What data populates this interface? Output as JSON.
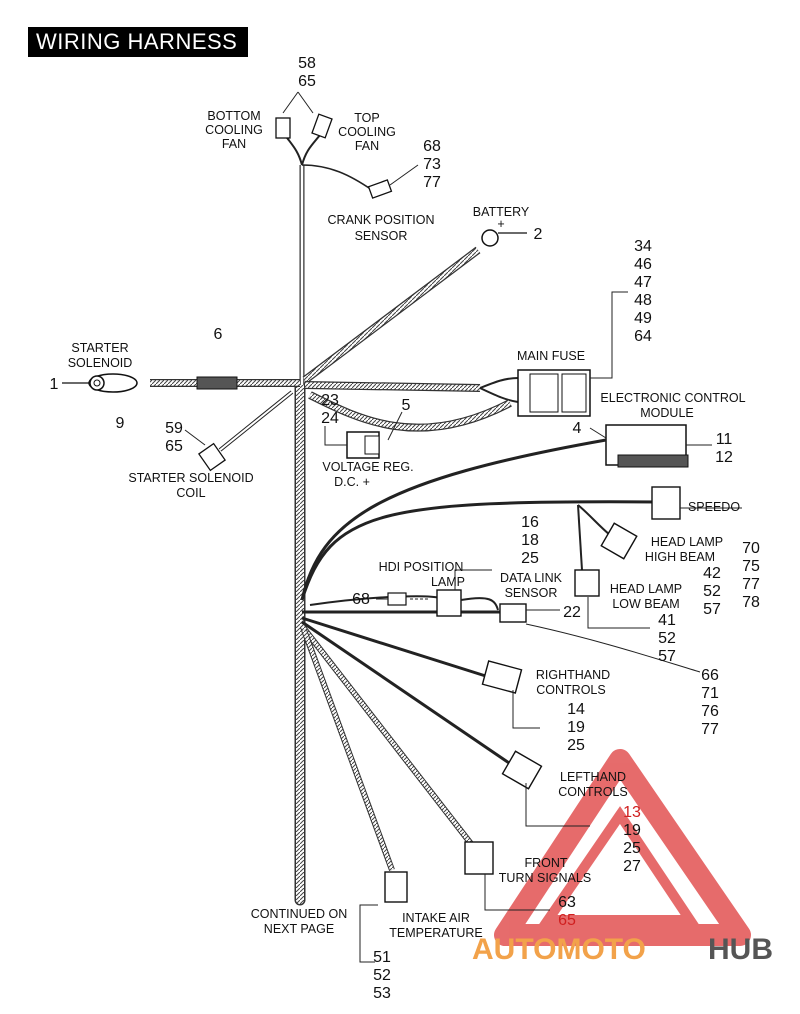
{
  "title": "WIRING HARNESS",
  "labels": {
    "bottom_cooling_fan": [
      "BOTTOM",
      "COOLING",
      "FAN"
    ],
    "top_cooling_fan": [
      "TOP",
      "COOLING",
      "FAN"
    ],
    "crank_position_sensor": [
      "CRANK POSITION",
      "SENSOR"
    ],
    "battery": [
      "BATTERY",
      "+"
    ],
    "starter_solenoid": [
      "STARTER",
      "SOLENOID"
    ],
    "main_fuse": "MAIN FUSE",
    "electronic_control_module": [
      "ELECTRONIC CONTROL",
      "MODULE"
    ],
    "voltage_regulator": [
      "VOLTAGE REG.",
      "D.C. +"
    ],
    "starter_solenoid_coil": [
      "STARTER SOLENOID",
      "COIL"
    ],
    "speedo": "SPEEDO",
    "head_lamp_high_beam": [
      "HEAD LAMP",
      "HIGH BEAM"
    ],
    "hdi_position_lamp": [
      "HDI POSITION",
      "LAMP"
    ],
    "data_link_sensor": [
      "DATA LINK",
      "SENSOR"
    ],
    "head_lamp_low_beam": [
      "HEAD LAMP",
      "LOW BEAM"
    ],
    "righthand_controls": [
      "RIGHTHAND",
      "CONTROLS"
    ],
    "lefthand_controls": [
      "LEFTHAND",
      "CONTROLS"
    ],
    "front_turn_signals": [
      "FRONT",
      "TURN SIGNALS"
    ],
    "continued": [
      "CONTINUED ON",
      "NEXT PAGE"
    ],
    "intake_air_temperature": [
      "INTAKE AIR",
      "TEMPERATURE"
    ]
  },
  "callouts": {
    "cooling_fans": [
      "58",
      "65"
    ],
    "crank_position_sensor": [
      "68",
      "73",
      "77"
    ],
    "battery": [
      "2"
    ],
    "main_fuse": [
      "34",
      "46",
      "47",
      "48",
      "49",
      "64"
    ],
    "starter_solenoid": [
      "1"
    ],
    "solenoid_boot": [
      "9"
    ],
    "harness_sleeve": [
      "6"
    ],
    "ground_branch": [
      "23",
      "24"
    ],
    "voltage_regulator": [
      "5"
    ],
    "starter_solenoid_coil": [
      "59",
      "65"
    ],
    "ecm_left": [
      "4"
    ],
    "ecm_right": [
      "11",
      "12"
    ],
    "speedo": [
      "70",
      "75",
      "77",
      "78"
    ],
    "hdi_position_lamp": [
      "16",
      "18",
      "25"
    ],
    "head_lamp_high_beam": [
      "42",
      "52",
      "57"
    ],
    "hdi_lamp_connector": [
      "68"
    ],
    "data_link_sensor": [
      "22"
    ],
    "head_lamp_low_beam": [
      "41",
      "52",
      "57"
    ],
    "data_link_right": [
      "66",
      "71",
      "76",
      "77"
    ],
    "righthand_controls": [
      "14",
      "19",
      "25"
    ],
    "lefthand_controls": [
      "13",
      "19",
      "25",
      "27"
    ],
    "front_turn_signals": [
      "63",
      "65"
    ],
    "intake_air_temperature": [
      "51",
      "52",
      "53"
    ]
  },
  "watermark": {
    "part_a": "AUTOMOTO",
    "part_b": "HUB"
  },
  "colors": {
    "line": "#222222",
    "sheath": "#8a8a8a",
    "callout_red": "#d02020",
    "watermark_triangle": "#e25252",
    "watermark_orange": "#f2a24a"
  }
}
